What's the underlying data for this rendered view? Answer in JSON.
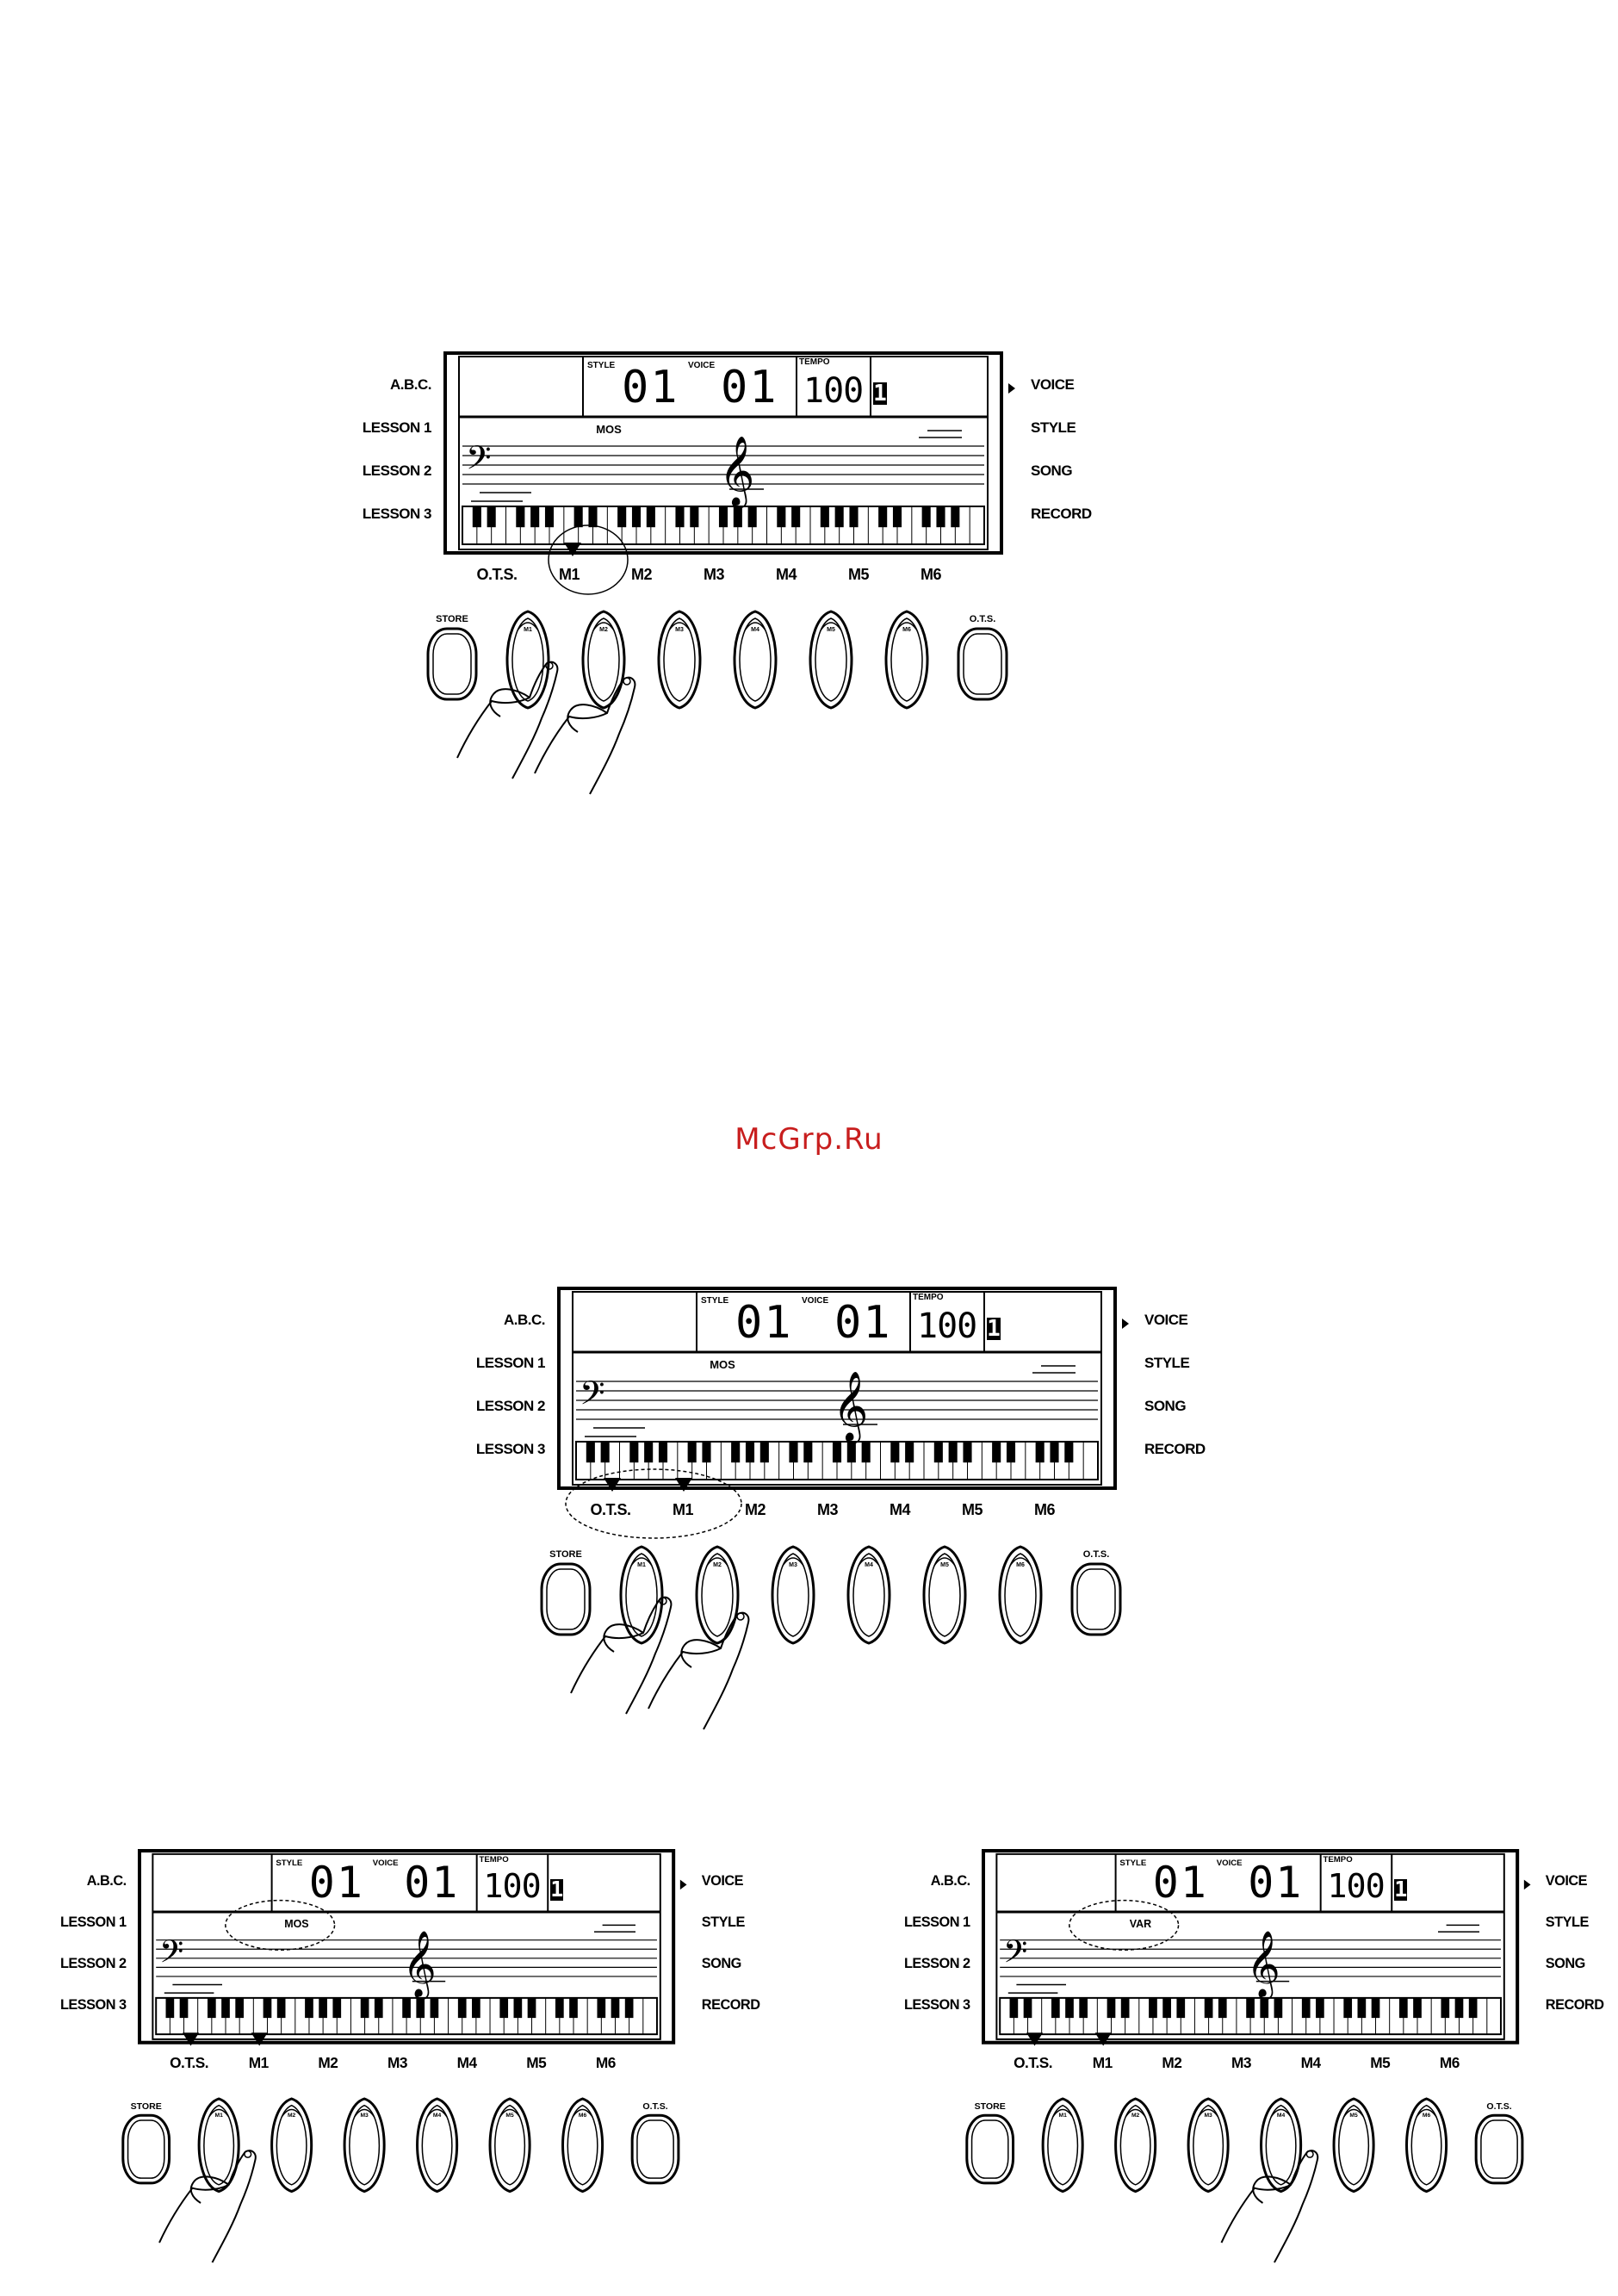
{
  "watermark": {
    "text": "McGrp.Ru",
    "color": "#c81e1e"
  },
  "panel_labels": {
    "left": [
      "A.B.C.",
      "LESSON 1",
      "LESSON 2",
      "LESSON 3"
    ],
    "right": [
      "VOICE",
      "STYLE",
      "SONG",
      "RECORD"
    ]
  },
  "lcd_labels": {
    "style": "STYLE",
    "voice": "VOICE",
    "tempo": "TEMPO"
  },
  "memory_labels": [
    "O.T.S.",
    "M1",
    "M2",
    "M3",
    "M4",
    "M5",
    "M6"
  ],
  "button_labels": {
    "store": "STORE",
    "ots": "O.T.S."
  },
  "memory_button_caps": [
    "M1",
    "M2",
    "M3",
    "M4",
    "M5",
    "M6"
  ],
  "icons": [
    "bass-clef-icon",
    "treble-clef-icon",
    "pointing-hand-icon",
    "down-arrow-icon",
    "play-triangle-icon"
  ],
  "figures": [
    {
      "id": "fig1",
      "style_number": "01",
      "voice_number": "01",
      "tempo": "100",
      "beat": "1",
      "status_text": "MOS",
      "highlight": "M1"
    },
    {
      "id": "fig2",
      "style_number": "01",
      "voice_number": "01",
      "tempo": "100",
      "beat": "1",
      "status_text": "MOS",
      "highlight": "O.T.S. + M1"
    },
    {
      "id": "fig3",
      "style_number": "01",
      "voice_number": "01",
      "tempo": "100",
      "beat": "1",
      "status_text": "MOS",
      "highlight": "status"
    },
    {
      "id": "fig4",
      "style_number": "01",
      "voice_number": "01",
      "tempo": "100",
      "beat": "1",
      "status_text": "VAR",
      "highlight": "status"
    }
  ]
}
